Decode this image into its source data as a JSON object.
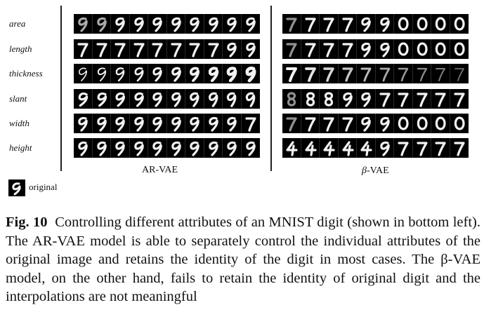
{
  "attributes": [
    "area",
    "length",
    "thickness",
    "slant",
    "width",
    "height"
  ],
  "panels": {
    "arvae": {
      "title": "AR-VAE"
    },
    "betavae": {
      "title_symbol": "β",
      "title_suffix": "-VAE"
    }
  },
  "original": {
    "label": "original"
  },
  "caption": {
    "figure_label": "Fig. 10",
    "text": "Controlling different attributes of an MNIST digit (shown in bottom left). The AR-VAE model is able to separately control the individual attributes of the original image and retains the identity of the digit in most cases. The β-VAE model, on the other hand, fails to retain the identity of original digit and the interpolations are not meaningful"
  },
  "colors": {
    "background": "#ffffff",
    "image_strip": "#000000",
    "digit_stroke": "#f2f2f2"
  }
}
